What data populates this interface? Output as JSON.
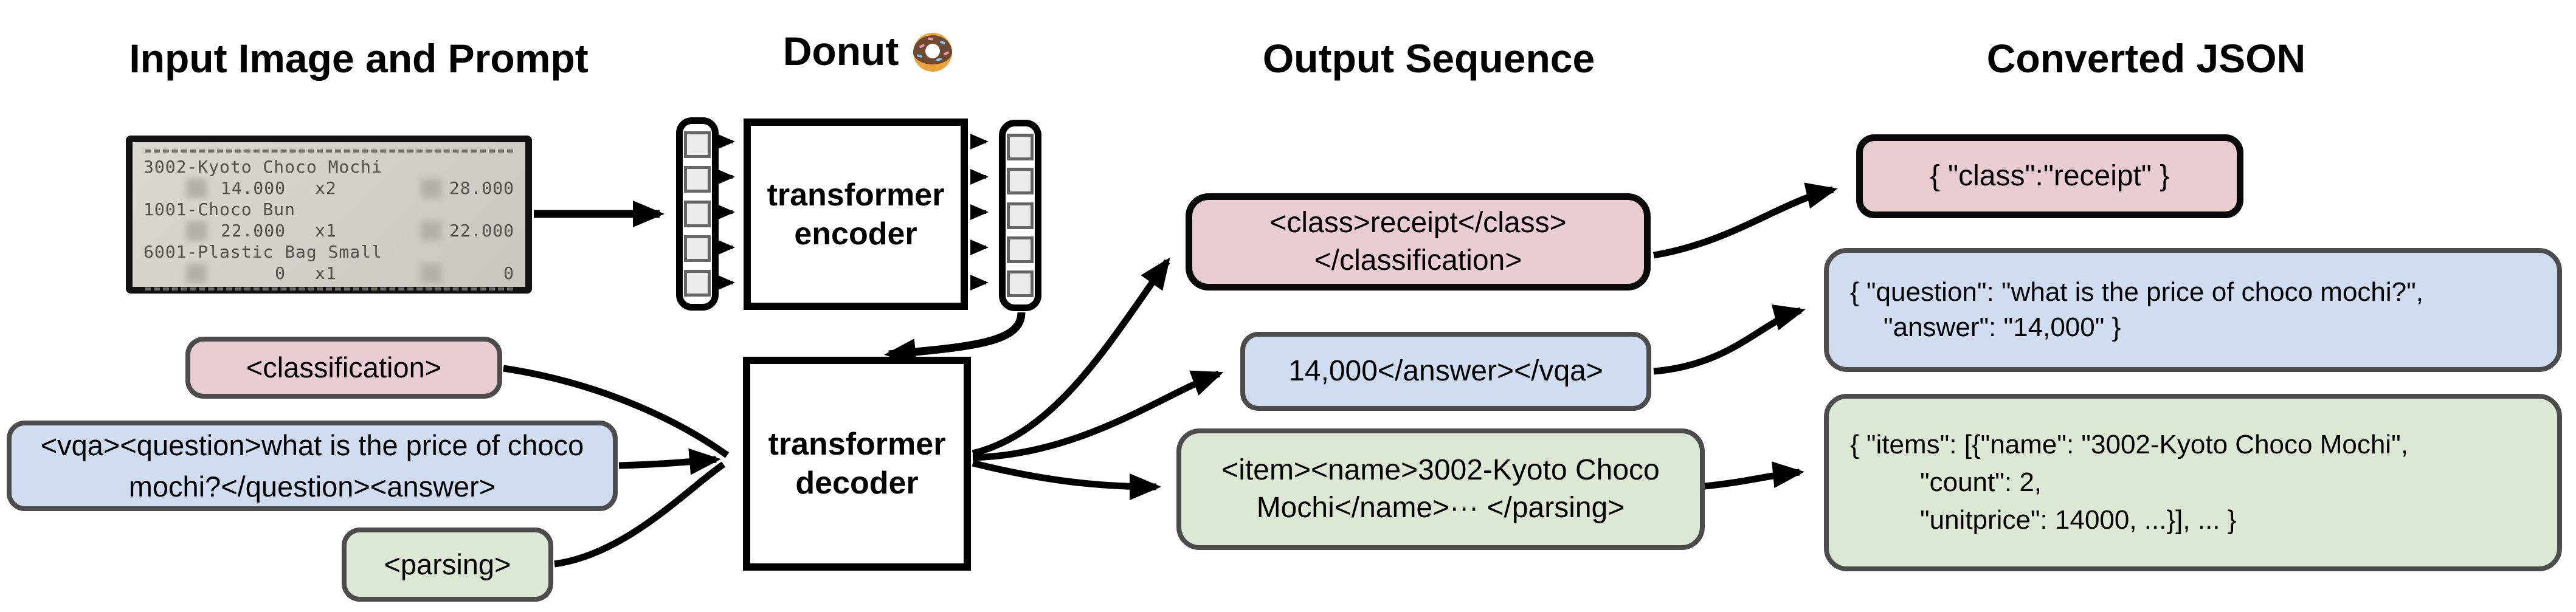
{
  "titles": {
    "input": "Input Image and Prompt",
    "model": "Donut",
    "output": "Output Sequence",
    "json": "Converted JSON"
  },
  "colors": {
    "pink": "#eacdd1",
    "blue": "#d0ddf1",
    "green": "#dce8d3",
    "box_border_gray": "#4c4c4c",
    "arrow_black": "#000000"
  },
  "receipt": {
    "items": [
      {
        "name": "3002-Kyoto Choco Mochi",
        "price": "14.000",
        "qty": "x2",
        "total": "28.000"
      },
      {
        "name": "1001-Choco Bun",
        "price": "22.000",
        "qty": "x1",
        "total": "22.000"
      },
      {
        "name": "6001-Plastic Bag Small",
        "price": "0",
        "qty": "x1",
        "total": "0"
      }
    ]
  },
  "encoder": {
    "line1": "transformer",
    "line2": "encoder"
  },
  "decoder": {
    "line1": "transformer",
    "line2": "decoder"
  },
  "prompts": {
    "classification": "<classification>",
    "vqa": "<vqa><question>what is the price of choco mochi?</question><answer>",
    "parsing": "<parsing>"
  },
  "outputs": {
    "classification": {
      "line1": "<class>receipt</class>",
      "line2": "</classification>"
    },
    "vqa": {
      "line1": "14,000</answer></vqa>"
    },
    "parsing": {
      "line1": "<item><name>3002-Kyoto Choco",
      "line2": "Mochi</name>··· </parsing>"
    }
  },
  "json_outputs": {
    "classification": {
      "line1": "{ \"class\":\"receipt\" }"
    },
    "vqa": {
      "line1": "{ \"question\": \"what is the price of choco mochi?\",",
      "line2": "\"answer\": \"14,000\" }"
    },
    "parsing": {
      "line1": "{ \"items\": [{\"name\": \"3002-Kyoto Choco Mochi\",",
      "line2": "\"count\": 2,",
      "line3": "\"unitprice\": 14000, ...}], ... }"
    }
  }
}
